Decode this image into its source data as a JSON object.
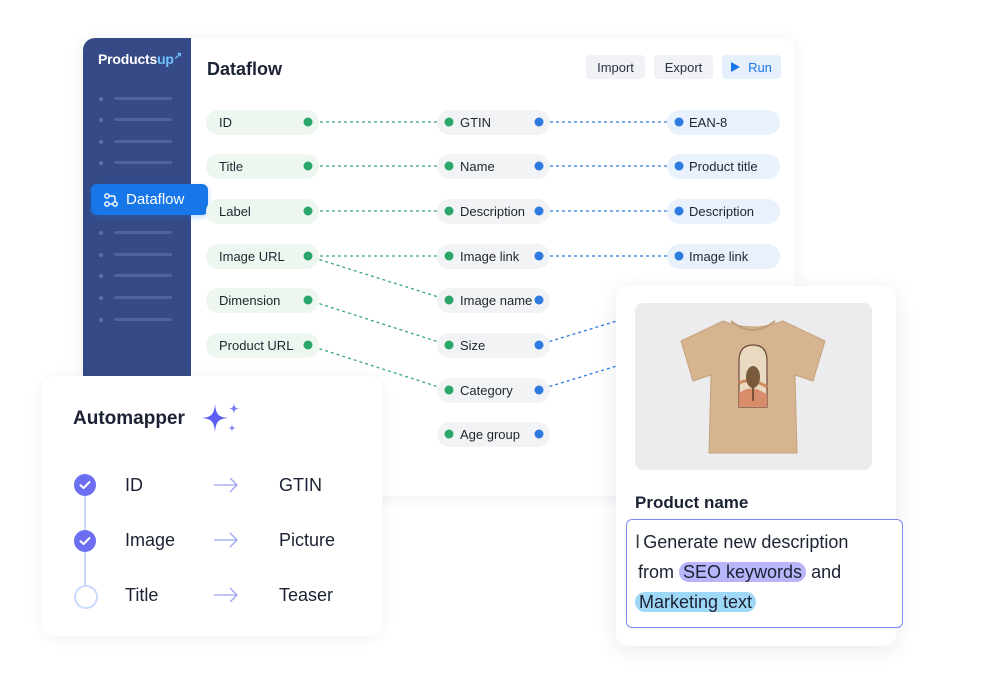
{
  "app": {
    "logo_main": "Products",
    "logo_accent": "up",
    "title": "Dataflow"
  },
  "sidebar": {
    "active_item": "Dataflow"
  },
  "toolbar": {
    "import_label": "Import",
    "export_label": "Export",
    "run_label": "Run"
  },
  "fields": {
    "source": [
      "ID",
      "Title",
      "Label",
      "Image URL",
      "Dimension",
      "Product URL"
    ],
    "intermediate": [
      "GTIN",
      "Name",
      "Description",
      "Image link",
      "Image name",
      "Size",
      "Category",
      "Age group"
    ],
    "target": [
      "EAN-8",
      "Product title",
      "Description",
      "Image link"
    ]
  },
  "automapper": {
    "title": "Automapper",
    "rows": [
      {
        "from": "ID",
        "to": "GTIN",
        "checked": true
      },
      {
        "from": "Image",
        "to": "Picture",
        "checked": true
      },
      {
        "from": "Title",
        "to": "Teaser",
        "checked": false
      }
    ]
  },
  "product": {
    "name_label": "Product name",
    "desc_line1": "Generate new description",
    "desc_from": "from",
    "desc_keyword": "SEO keywords",
    "desc_and": "and",
    "desc_marketing": "Marketing text"
  },
  "colors": {
    "sidebar": "#354a86",
    "accent_blue": "#1877e8",
    "green_dot": "#2aa66a",
    "blue_dot": "#2d7be0",
    "purple_check": "#6b6ef0"
  }
}
